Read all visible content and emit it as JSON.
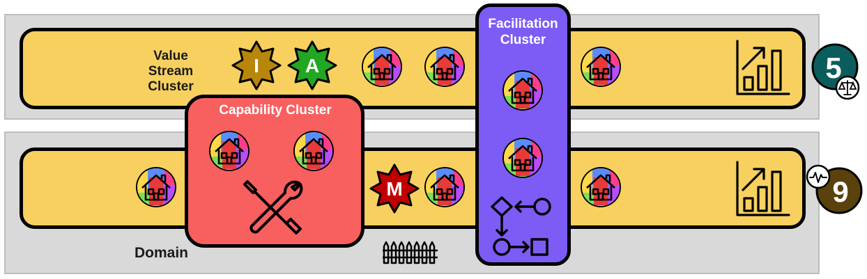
{
  "labels": {
    "value_stream": [
      "Value Stream",
      "Cluster"
    ],
    "capability": "Capability Cluster",
    "facilitation": [
      "Facilitation",
      "Cluster"
    ],
    "domain": "Domain"
  },
  "stars": [
    {
      "letter": "I",
      "color": "#b8860b"
    },
    {
      "letter": "A",
      "color": "#22a722"
    },
    {
      "letter": "M",
      "color": "#c00000"
    }
  ],
  "badges": [
    {
      "number": "5",
      "color": "#0b5d5d",
      "sub_icon": "scales-icon"
    },
    {
      "number": "9",
      "color": "#5a420c",
      "sub_icon": "heartbeat-icon"
    }
  ],
  "colors": {
    "band": "#d9d9d9",
    "lane": "#f7d060",
    "capability": "#f85f5f",
    "facilitation": "#7c5cf5"
  }
}
